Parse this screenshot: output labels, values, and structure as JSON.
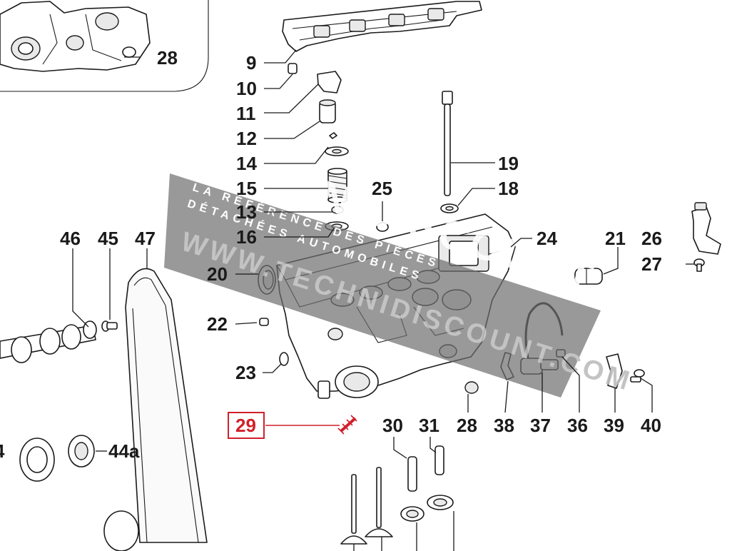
{
  "diagram": {
    "watermark": {
      "brand": "TECHNIDISCOUNT",
      "tagline_1": "LA RÉFÉRENCE DES PIÈCES",
      "tagline_2": "DÉTACHÉES AUTOMOBILES",
      "url": "WWW.TECHNIDISCOUNT.COM"
    },
    "callouts": {
      "c28a": "28",
      "c9": "9",
      "c10": "10",
      "c11": "11",
      "c12": "12",
      "c14": "14",
      "c15": "15",
      "c13": "13",
      "c16": "16",
      "c19": "19",
      "c18": "18",
      "c25": "25",
      "c24": "24",
      "c21": "21",
      "c26": "26",
      "c27": "27",
      "c46": "46",
      "c45": "45",
      "c47": "47",
      "c20": "20",
      "c22": "22",
      "c23": "23",
      "c29": "29",
      "c30": "30",
      "c31": "31",
      "c28b": "28",
      "c38": "38",
      "c37": "37",
      "c36": "36",
      "c39": "39",
      "c40": "40",
      "c44": "4",
      "c44a": "44a"
    },
    "highlighted_callout": "29",
    "highlight_color": "#d0202a"
  }
}
